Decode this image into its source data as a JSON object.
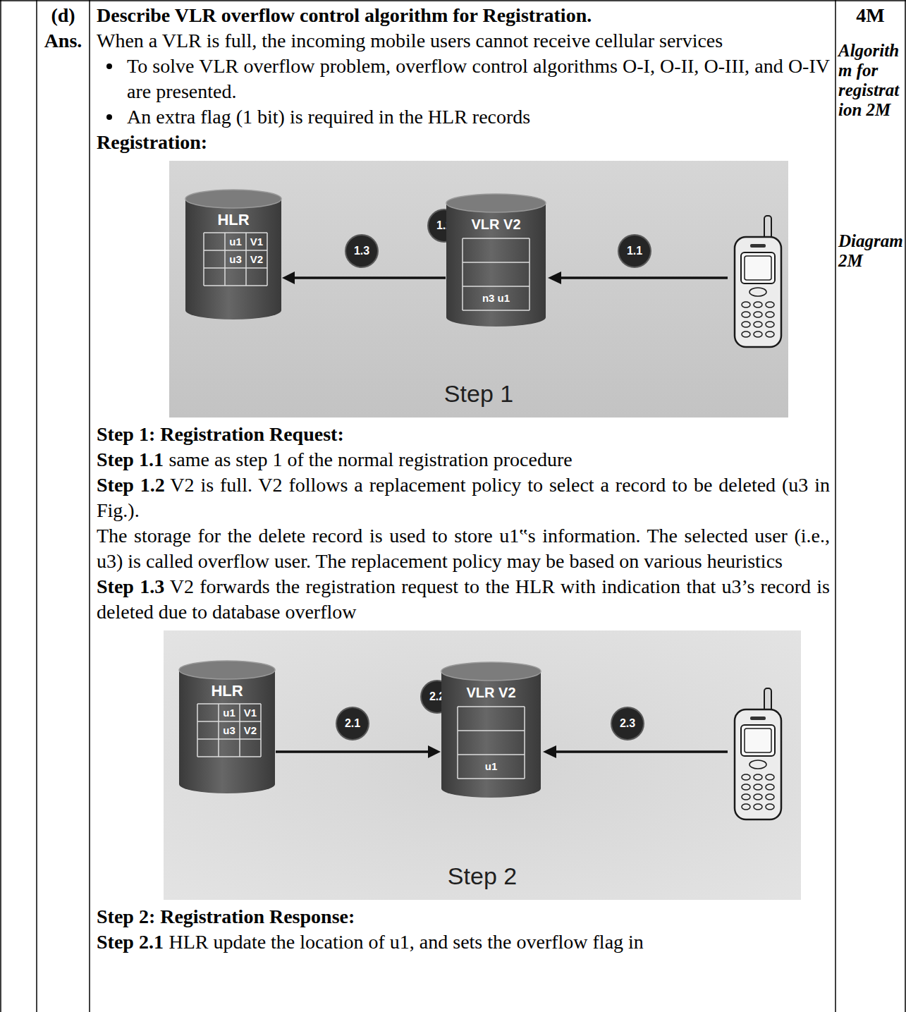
{
  "diagram": {
    "nodes": [
      {
        "text": [
          "Step 1"
        ]
      },
      {
        "text": [
          "HLR",
          "u1",
          "V1",
          "u3",
          "V2"
        ],
        "in": 0
      },
      {
        "text": [
          "1.3"
        ],
        "in": 0
      },
      {
        "text": [
          "1.2"
        ],
        "in": 0
      },
      {
        "text": [
          "VLR V2",
          "n3 u1"
        ],
        "in": 0
      },
      {
        "text": [
          "1.1"
        ],
        "in": 0
      },
      {
        "text": [
          "Step 2"
        ]
      },
      {
        "text": [
          "HLR",
          "u1",
          "V1",
          "u3",
          "V2"
        ],
        "in": 6
      },
      {
        "text": [
          "2.1"
        ],
        "in": 6
      },
      {
        "text": [
          "2.2"
        ],
        "in": 6
      },
      {
        "text": [
          "VLR V2",
          "u1"
        ],
        "in": 6
      },
      {
        "text": [
          "2.3"
        ],
        "in": 6
      }
    ],
    "edges": [
      {
        "from": 4,
        "to": 1,
        "arrow": "to"
      },
      {
        "from": 7,
        "to": 10,
        "arrow": "to"
      }
    ],
    "labels": [
      "(d)",
      "Describe VLR overflow control algorithm for Registration.",
      "4M",
      "Ans.",
      "When a VLR is full, the incoming mobile users cannot receive cellular services",
      "Algorith m for registrat ion 2M",
      "To solve VLR overflow problem, overflow control algorithms O-I, O-II, O-III, and O-IV are presented.",
      "An extra flag (1 bit) is required in the HLR records",
      "Registration:",
      "Diagram 2M",
      "Step 1: Registration Request:",
      "Step 1.1",
      "same as step 1 of the normal registration procedure",
      "Step 1.2",
      "V2 is full. V2 follows a replacement policy to select a record to be deleted (u3 in Fig.).",
      "The storage for the delete record is used to store u1‟s information. The selected user (i.e., u3) is called overflow user. The replacement policy may be based on various heuristics",
      "Step 1.3",
      "V2 forwards the registration request to the HLR with indication that u3’s record is deleted due to database overflow",
      "Step 2: Registration Response:",
      "Step 2.1",
      "HLR update the location of u1, and sets the overflow flag in"
    ]
  }
}
